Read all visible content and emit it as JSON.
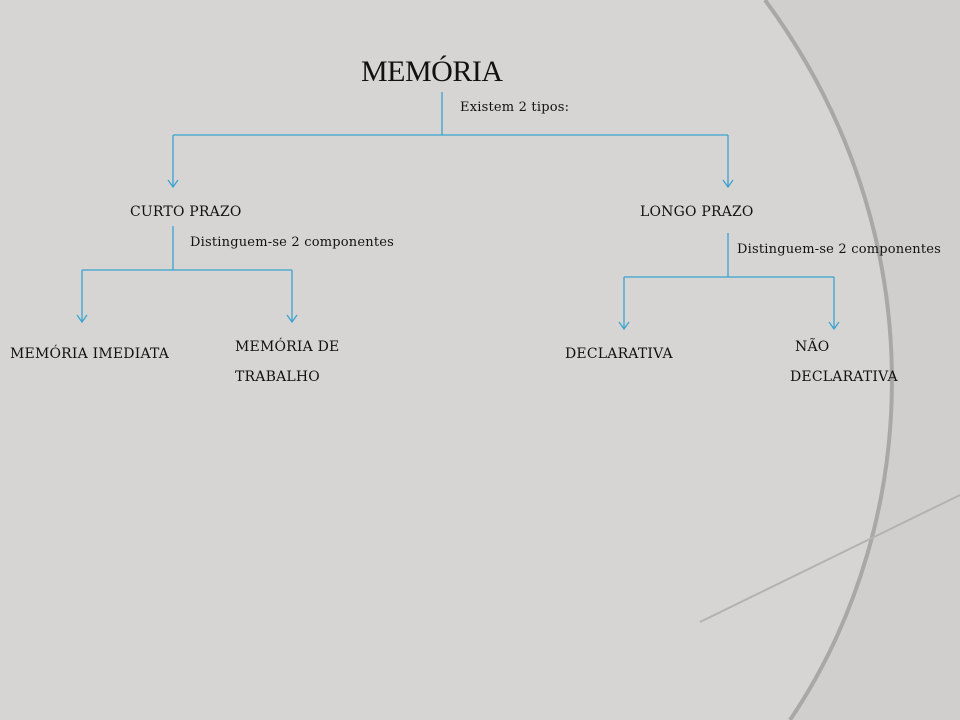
{
  "title": "MEMÓRIA",
  "root_note": "Existem 2 tipos:",
  "branches": [
    {
      "label": "CURTO PRAZO",
      "note": "Distinguem-se 2 componentes",
      "children": [
        {
          "lines": [
            "MEMÓRIA IMEDIATA"
          ]
        },
        {
          "lines": [
            "MEMÓRIA DE",
            "TRABALHO"
          ]
        }
      ]
    },
    {
      "label": "LONGO  PRAZO",
      "note": "Distinguem-se 2 componentes",
      "children": [
        {
          "lines": [
            "DECLARATIVA"
          ]
        },
        {
          "lines": [
            "NÃO",
            "DECLARATIVA"
          ]
        }
      ]
    }
  ],
  "colors": {
    "connector": "#3aa3d0",
    "background": "#d6d5d4"
  }
}
